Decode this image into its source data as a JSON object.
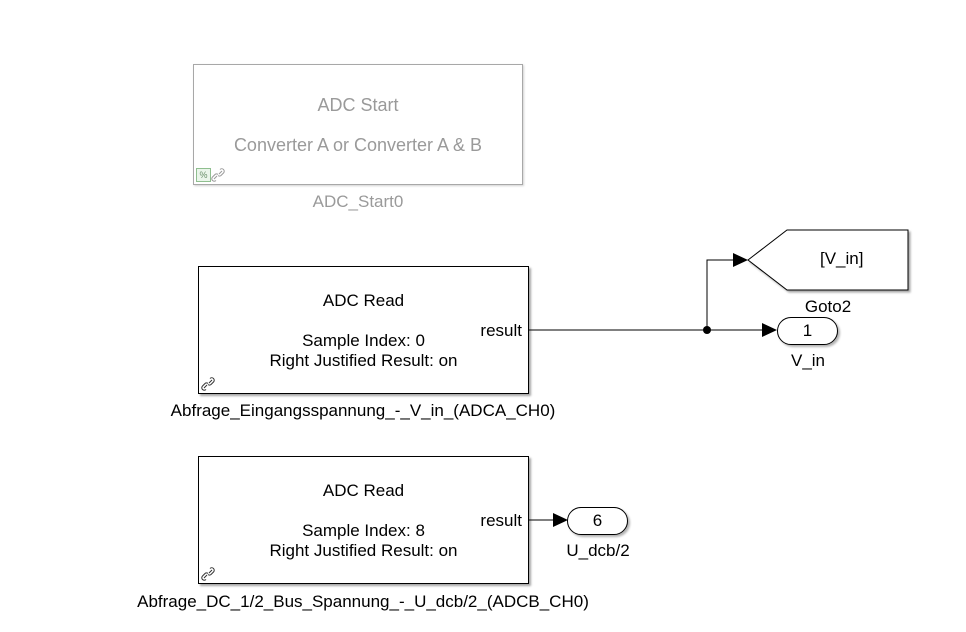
{
  "blocks": {
    "adc_start": {
      "title": "ADC Start",
      "subtitle": "Converter A or Converter A & B",
      "name": "ADC_Start0",
      "state": "disabled",
      "mask_icon": "%"
    },
    "adc_read_1": {
      "title": "ADC Read",
      "line1": "Sample Index: 0",
      "line2": "Right Justified Result: on",
      "port": "result",
      "name": "Abfrage_Eingangsspannung_-_V_in_(ADCA_CH0)"
    },
    "adc_read_2": {
      "title": "ADC Read",
      "line1": "Sample Index: 8",
      "line2": "Right Justified Result: on",
      "port": "result",
      "name": "Abfrage_DC_1/2_Bus_Spannung_-_U_dcb/2_(ADCB_CH0)"
    },
    "goto": {
      "tag": "[V_in]",
      "name": "Goto2"
    },
    "outport_1": {
      "number": "1",
      "name": "V_in"
    },
    "outport_6": {
      "number": "6",
      "name": "U_dcb/2"
    }
  },
  "icons": {
    "library_link": "link-icon",
    "mask": "percent-icon"
  }
}
